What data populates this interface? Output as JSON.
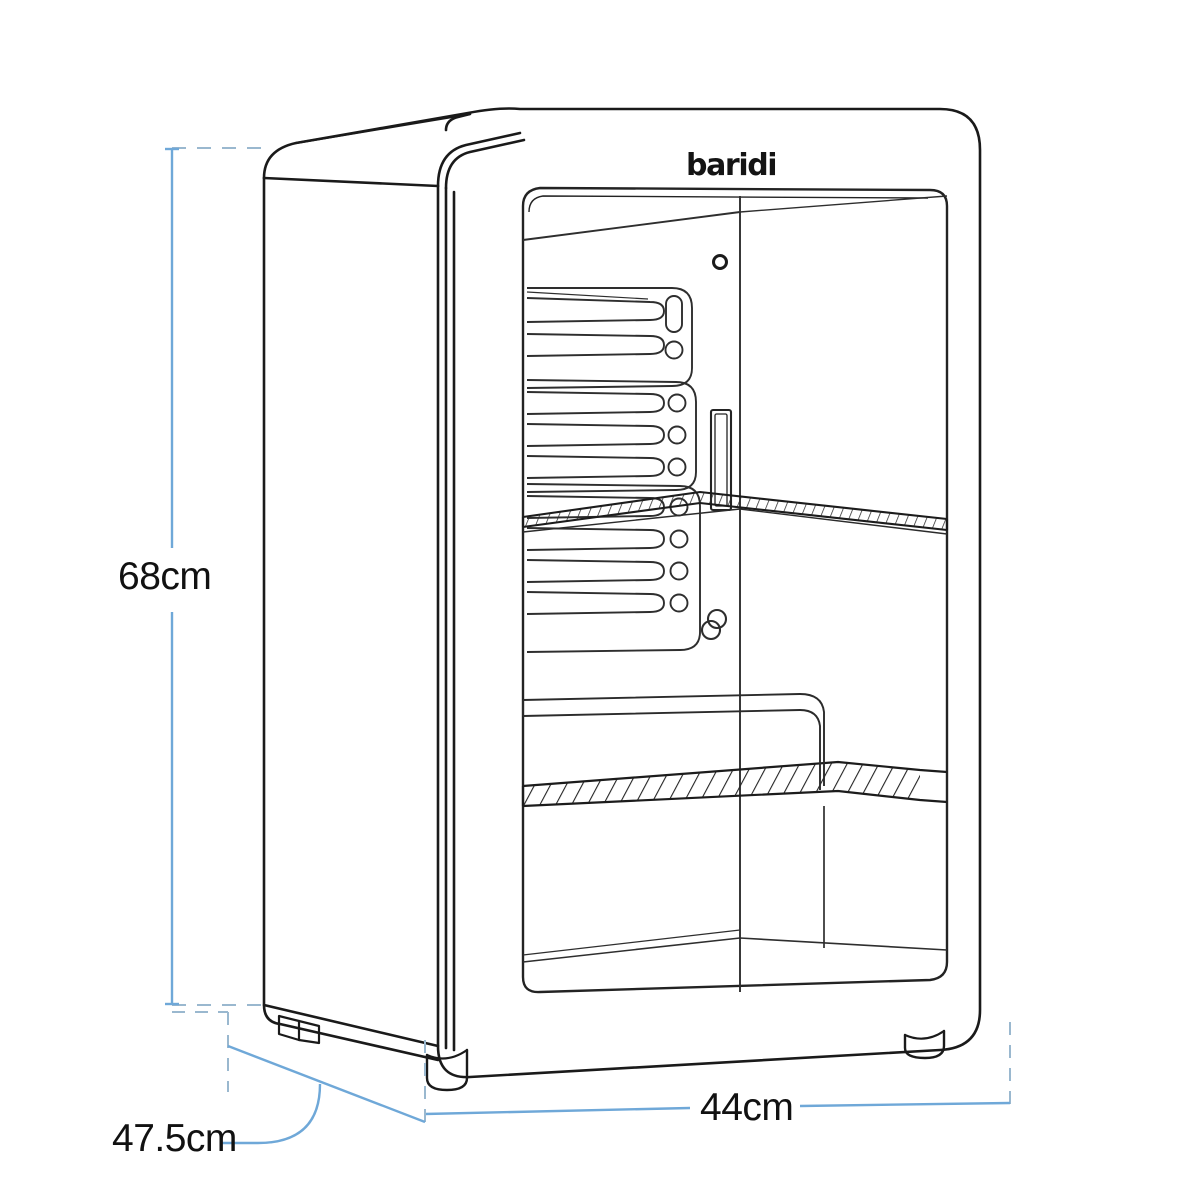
{
  "product": {
    "brand": "baridi",
    "type": "mini-fridge-line-drawing",
    "view": "three-quarter front perspective",
    "door": "glass door with metal frame",
    "shelves_visible": 2,
    "feet": 3
  },
  "dimensions": {
    "height": {
      "value": "68cm",
      "axis": "vertical",
      "position": "left"
    },
    "width": {
      "value": "44cm",
      "axis": "horizontal",
      "position": "bottom"
    },
    "depth": {
      "value": "47.5cm",
      "axis": "diagonal",
      "position": "bottom-left"
    }
  },
  "colors": {
    "outline": "#1a1a1a",
    "interior_line": "#333333",
    "dimension_line": "#6fa8d8",
    "extension_line": "#9ab8cf",
    "background": "#ffffff",
    "text": "#111111"
  },
  "interior": {
    "back_panel_ribs": 14,
    "vent_holes": 7,
    "light_strip": "vertical rectangular light tube",
    "sensor_dots": 2,
    "shelf_pattern": "diagonal wire grill"
  }
}
